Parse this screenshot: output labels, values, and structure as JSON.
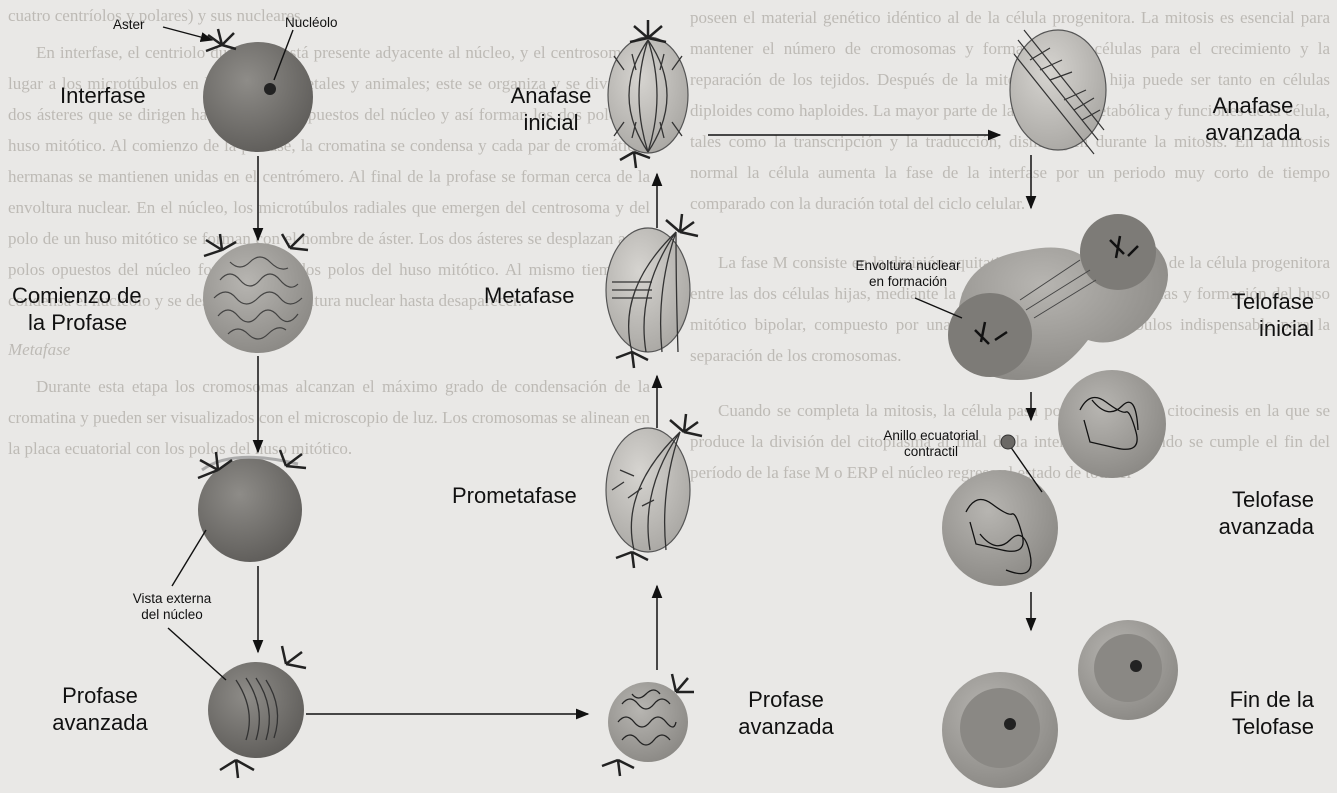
{
  "background_text": {
    "left_column": [
      "cuatro centríolos y polares) y sus nucleares",
      "En interfase, el centriolo duplicado está presente adyacente al núcleo, y el centrosoma da lugar a los microtúbulos en las células vegetales y animales; este se organiza y se divide en dos ásteres que se dirigen hacia los polos opuestos del núcleo y así forman los dos polos del huso mitótico. Al comienzo de la profase, la cromatina se condensa y cada par de cromátidas hermanas se mantienen unidas en el centrómero. Al final de la profase se forman cerca de la envoltura nuclear. En el núcleo, los microtúbulos radiales que emergen del centrosoma y del polo de un huso mitótico se forman con el nombre de áster. Los dos ásteres se desplazan a los polos opuestos del núcleo formando los dos polos del huso mitótico. Al mismo tiempo se condensa el nucléolo y se desintegra la envoltura nuclear hasta desaparecer.",
      "Metafase",
      "Durante esta etapa los cromosomas alcanzan el máximo grado de condensación de la cromatina y pueden ser visualizados con el microscopio de luz. Los cromosomas se alinean en la placa ecuatorial con los polos del huso mitótico."
    ],
    "right_column": [
      "poseen el material genético idéntico al de la célula progenitora. La mitosis es esencial para mantener el número de cromosomas y formar nuevas células para el crecimiento y la reparación de los tejidos. Después de la mitosis la célula hija puede ser tanto en células diploides como haploides. La mayor parte de la actividad metabólica y funciones de la célula, tales como la transcripción y la traducción, disminuyen durante la mitosis. En la mitosis normal la célula aumenta la fase de la interfase por un periodo muy corto de tiempo comparado con la duración total del ciclo celular.",
      "La fase M consiste en la división equitativa del material genético de la célula progenitora entre las dos células hijas, mediante la duplicación de los cromosomas y formación del huso mitótico bipolar, compuesto por una compleja red de microtúbulos indispensable para la separación de los cromosomas.",
      "Cuando se completa la mitosis, la célula pasa por una etapa de citocinesis en la que se produce la división del citoplasma al final de la interfase G1. Cuando se cumple el fin del período de la fase M o ERP el núcleo regresa al estado de toda el"
    ]
  },
  "labels": {
    "interfase": "Interfase",
    "comienzo_profase": [
      "Comienzo de",
      "la Profase"
    ],
    "profase_avanzada_left": [
      "Profase",
      "avanzada"
    ],
    "anafase_inicial": [
      "Anafase",
      "inicial"
    ],
    "metafase": "Metafase",
    "prometafase": "Prometafase",
    "profase_avanzada_mid": [
      "Profase",
      "avanzada"
    ],
    "anafase_avanzada": [
      "Anafase",
      "avanzada"
    ],
    "telofase_inicial": [
      "Telofase",
      "inicial"
    ],
    "telofase_avanzada": [
      "Telofase",
      "avanzada"
    ],
    "fin_telofase": [
      "Fin de la",
      "Telofase"
    ]
  },
  "annotations": {
    "aster": "Aster",
    "nucleolo": "Nucléolo",
    "vista_externa": [
      "Vista externa",
      "del núcleo"
    ],
    "envoltura": [
      "Envoltura nuclear",
      "en formación"
    ],
    "anillo": [
      "Anillo ecuatorial",
      "contractil"
    ]
  },
  "colors": {
    "cell_dark": "#6f6d6a",
    "cell_mid": "#9a9894",
    "cell_light": "#c9c7c3",
    "line": "#111111",
    "background": "#e9e8e6"
  }
}
